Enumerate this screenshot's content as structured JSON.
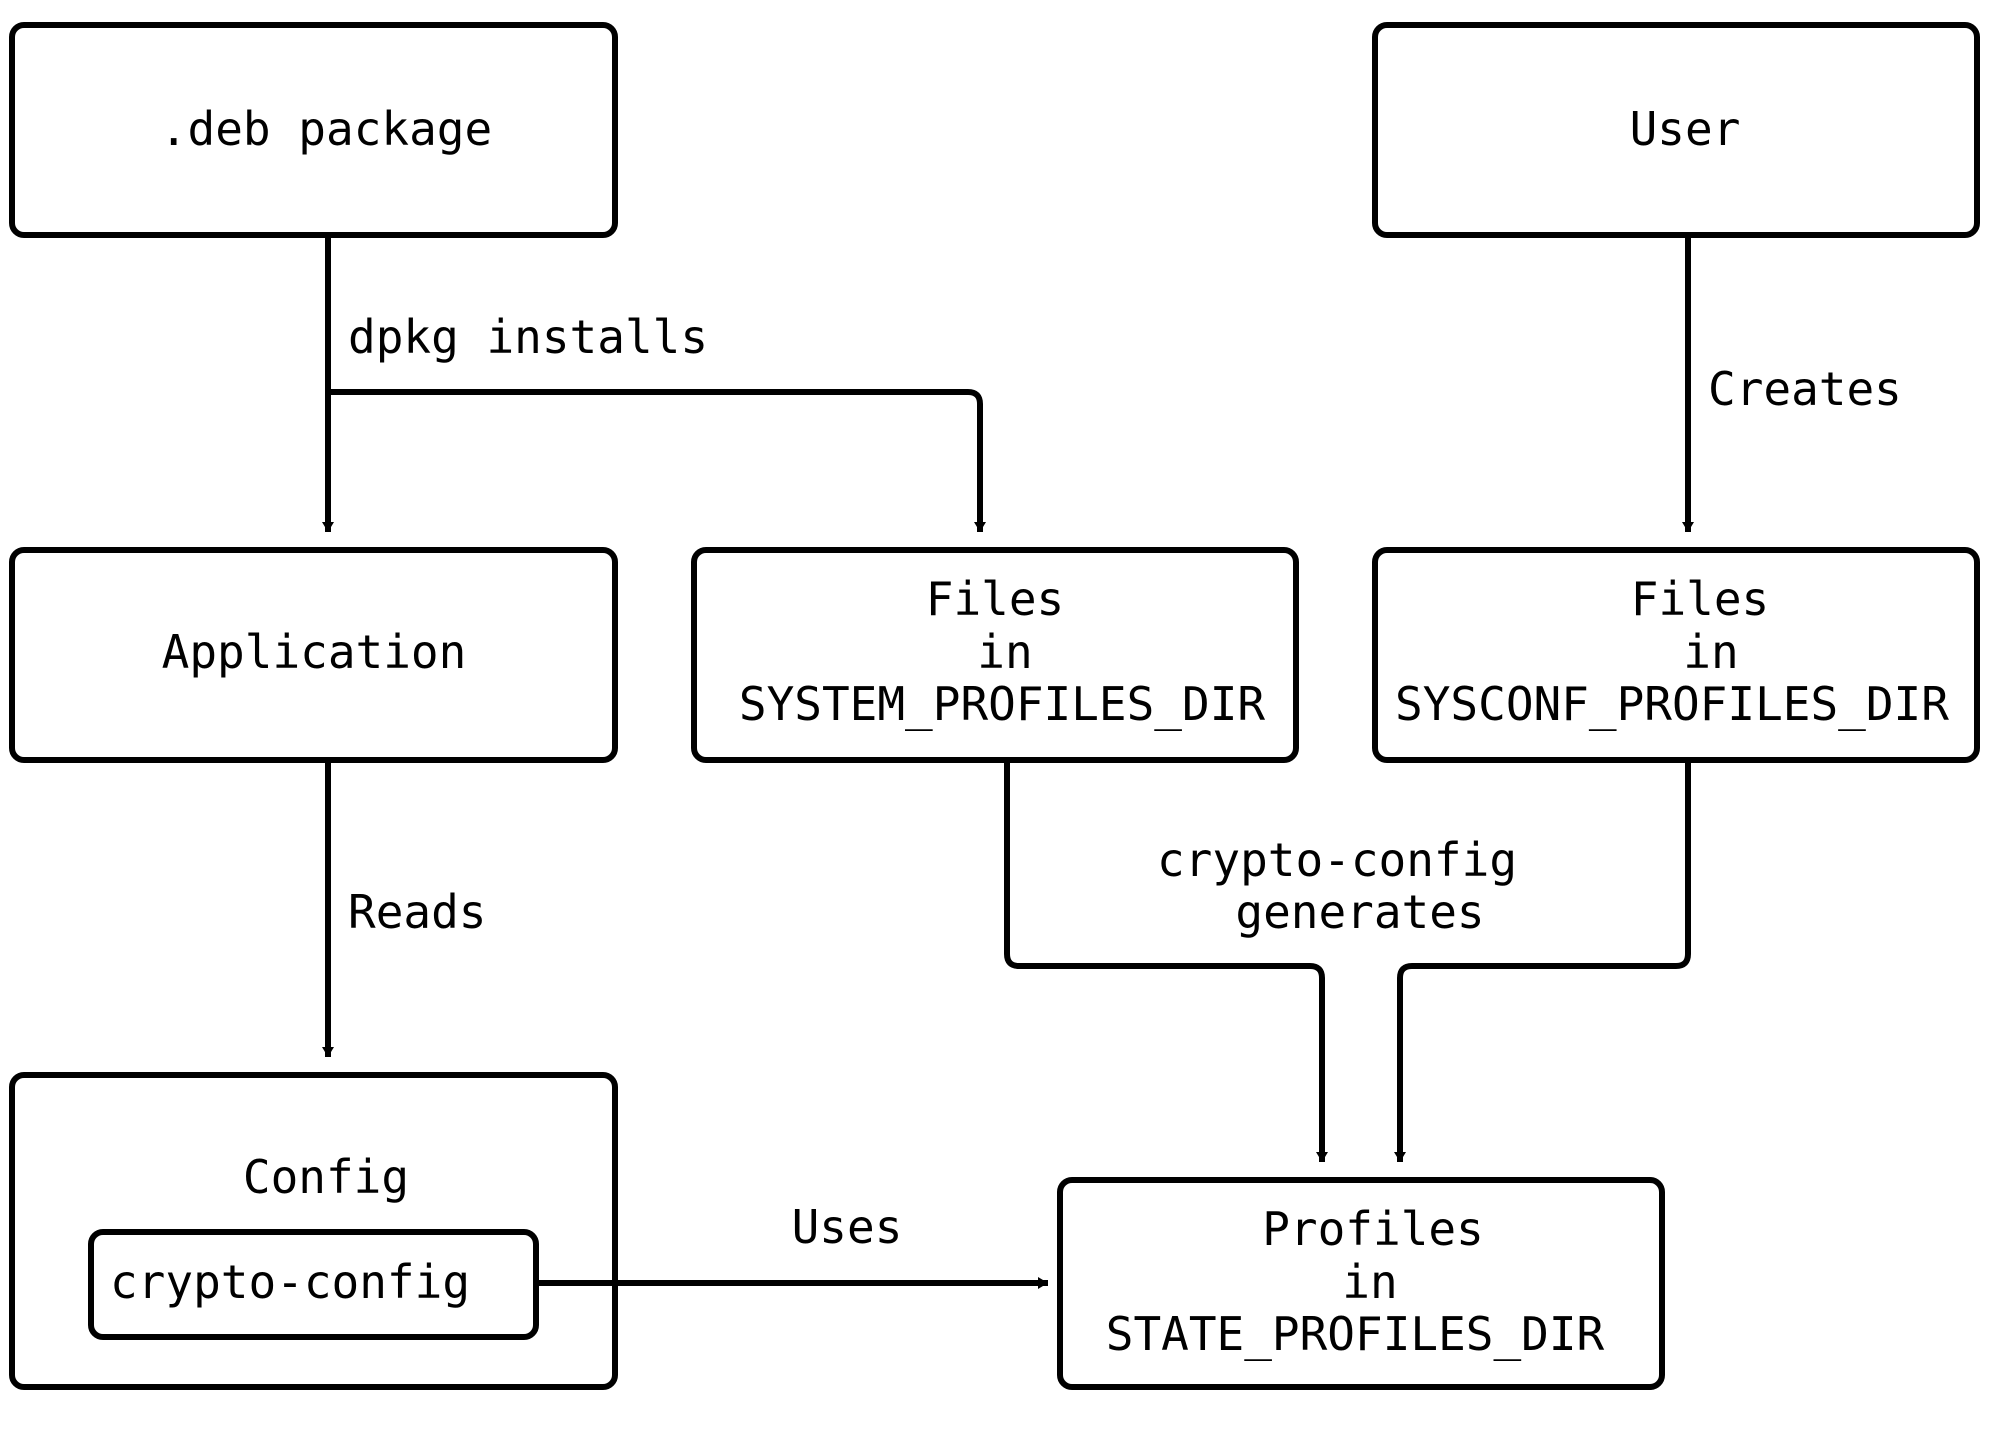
{
  "nodes": {
    "deb": {
      "label": ".deb package"
    },
    "user": {
      "label": "User"
    },
    "application": {
      "label": "Application"
    },
    "system_files": {
      "lines": [
        "Files",
        "in",
        "SYSTEM_PROFILES_DIR"
      ]
    },
    "sysconf_files": {
      "lines": [
        "Files",
        "in",
        "SYSCONF_PROFILES_DIR"
      ]
    },
    "config": {
      "label": "Config",
      "inner_label": "crypto-config"
    },
    "profiles": {
      "lines": [
        "Profiles",
        "in",
        "STATE_PROFILES_DIR"
      ]
    }
  },
  "edges": {
    "dpkg_installs": "dpkg installs",
    "creates": "Creates",
    "reads": "Reads",
    "generates": [
      "crypto-config",
      "generates"
    ],
    "uses": "Uses"
  },
  "colors": {
    "stroke": "#000000",
    "background": "#ffffff"
  }
}
